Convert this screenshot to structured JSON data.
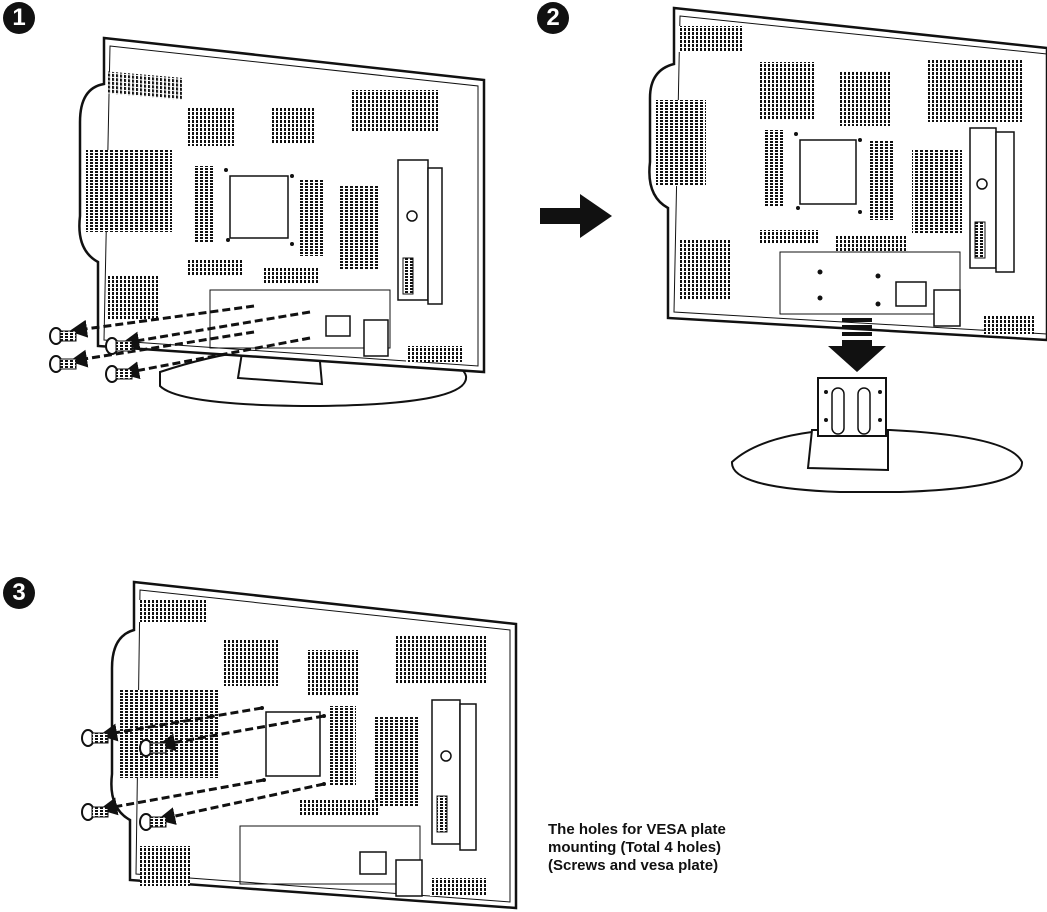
{
  "steps": [
    {
      "number": "1"
    },
    {
      "number": "2"
    },
    {
      "number": "3"
    }
  ],
  "caption": {
    "line1": "The holes for VESA plate",
    "line2": "mounting (Total 4 holes)",
    "line3": "(Screws and vesa plate)"
  },
  "colors": {
    "ink": "#111111",
    "background": "#ffffff"
  },
  "icons": [
    "tv-rear-panel",
    "stand-base",
    "screw-icon",
    "right-arrow-icon",
    "down-arrow-icon",
    "vesa-bracket"
  ]
}
